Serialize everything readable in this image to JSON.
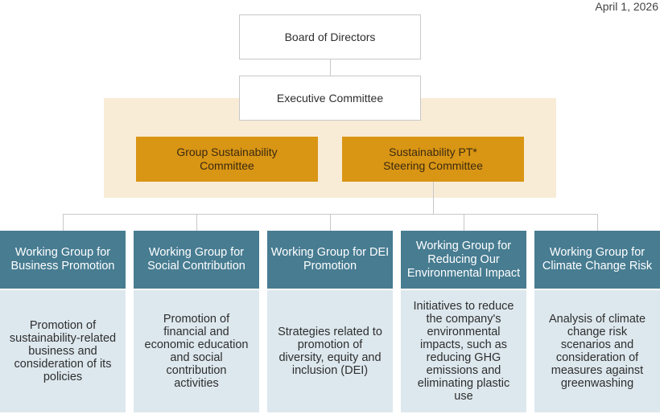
{
  "date": "April 1, 2026",
  "board": {
    "label": "Board of Directors"
  },
  "executive": {
    "label": "Executive Committee"
  },
  "committees": [
    {
      "label": "Group Sustainability Committee"
    },
    {
      "label": "Sustainability PT* Steering Committee"
    }
  ],
  "working_groups": [
    {
      "title": "Working Group for Business Promotion",
      "description": "Promotion of sustainability-related business and consideration of its policies"
    },
    {
      "title": "Working Group for Social Contribution",
      "description": "Promotion of financial and economic education and social contribution activities"
    },
    {
      "title": "Working Group for DEI Promotion",
      "description": "Strategies related to promotion of diversity, equity and inclusion (DEI)"
    },
    {
      "title": "Working Group for Reducing Our Environmental Impact",
      "description": "Initiatives to reduce the company's environmental impacts, such as reducing GHG emissions and eliminating plastic use"
    },
    {
      "title": "Working Group for Climate Change Risk",
      "description": "Analysis of climate change risk scenarios and consideration of measures against greenwashing"
    }
  ],
  "colors": {
    "gold": "#d99514",
    "beige": "#f8ecd7",
    "teal": "#477c91",
    "light_blue": "#dde8ee",
    "line": "#c8c8c8"
  }
}
